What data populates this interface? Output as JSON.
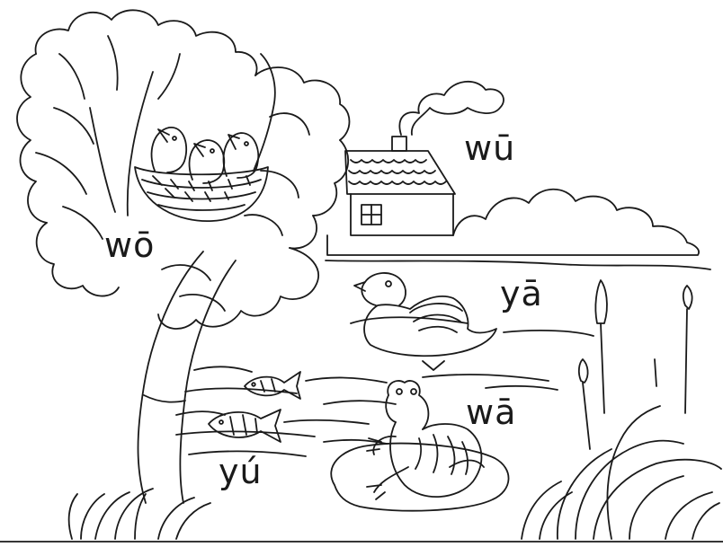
{
  "labels": {
    "wo": "wō",
    "wu": "wū",
    "ya": "yā",
    "wa": "wā",
    "yu": "yú"
  },
  "colors": {
    "ink": "#1a1a1a",
    "paper": "#ffffff"
  }
}
